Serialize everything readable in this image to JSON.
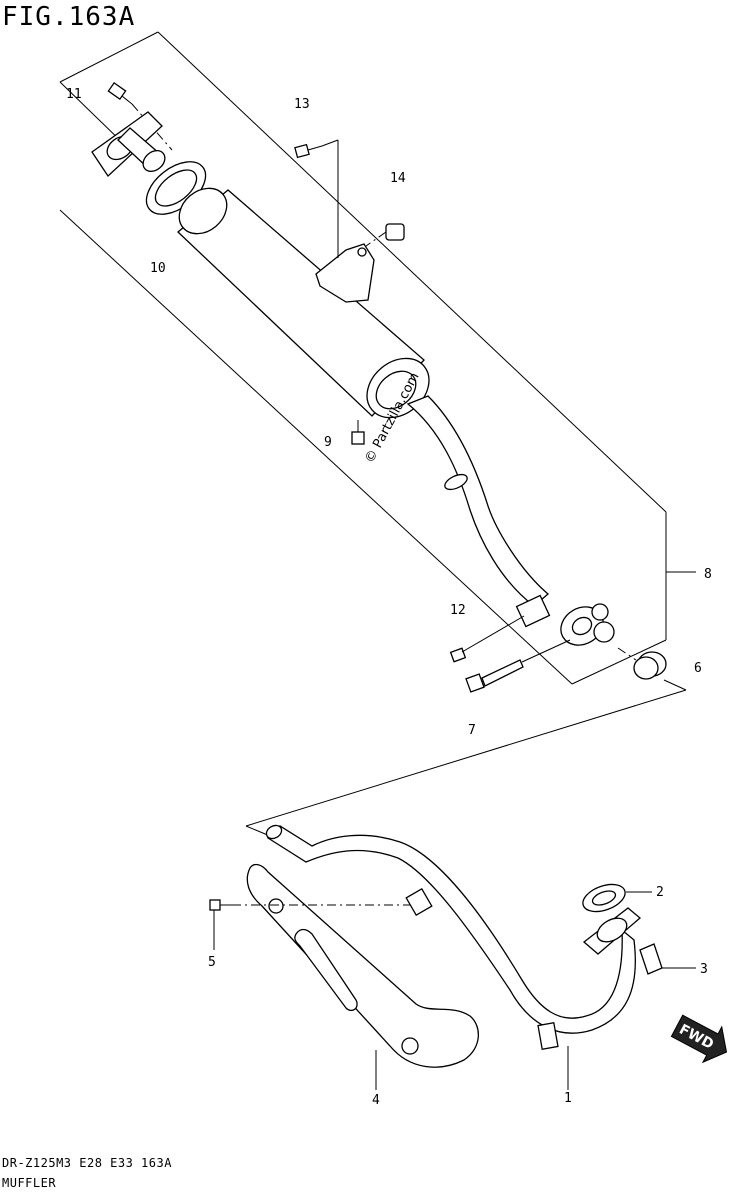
{
  "figure": {
    "title": "FIG.163A",
    "model_line": "DR-Z125M3 E28 E33 163A",
    "section_name": "MUFFLER",
    "watermark": "© Partzilla.com"
  },
  "callouts": [
    {
      "id": "c1",
      "label": "1"
    },
    {
      "id": "c2",
      "label": "2"
    },
    {
      "id": "c3",
      "label": "3"
    },
    {
      "id": "c4",
      "label": "4"
    },
    {
      "id": "c5",
      "label": "5"
    },
    {
      "id": "c6",
      "label": "6"
    },
    {
      "id": "c7",
      "label": "7"
    },
    {
      "id": "c8",
      "label": "8"
    },
    {
      "id": "c9",
      "label": "9"
    },
    {
      "id": "c10",
      "label": "10"
    },
    {
      "id": "c11",
      "label": "11"
    },
    {
      "id": "c12",
      "label": "12"
    },
    {
      "id": "c13",
      "label": "13"
    },
    {
      "id": "c14",
      "label": "14"
    }
  ],
  "direction_badge": {
    "label": "FWD"
  }
}
